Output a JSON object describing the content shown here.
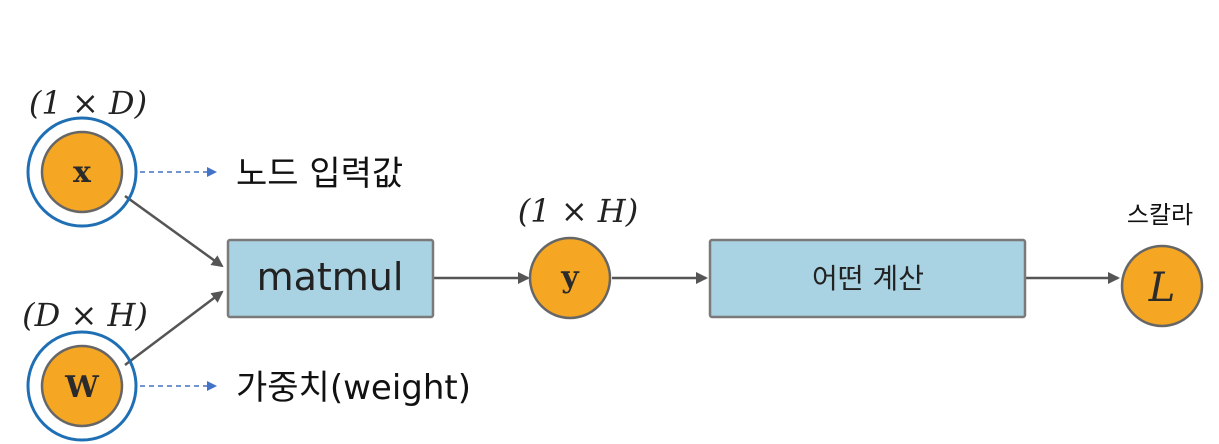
{
  "nodes": {
    "x": {
      "label": "x",
      "shape": "(1 × D)"
    },
    "w": {
      "label": "W",
      "shape": "(D × H)"
    },
    "y": {
      "label": "y",
      "shape": "(1 × H)"
    },
    "l": {
      "label": "L",
      "shape": "스칼라"
    }
  },
  "boxes": {
    "matmul": "matmul",
    "compute": "어떤 계산"
  },
  "annotations": {
    "x": "노드 입력값",
    "w": "가중치(weight)"
  },
  "colors": {
    "node_fill": "#f5a623",
    "node_stroke": "#666666",
    "box_fill": "#a9d3e3",
    "box_stroke": "#7a7a7a",
    "highlight_ring": "#1f6fb5",
    "arrow": "#555555",
    "dashed_arrow": "#4472c4"
  }
}
